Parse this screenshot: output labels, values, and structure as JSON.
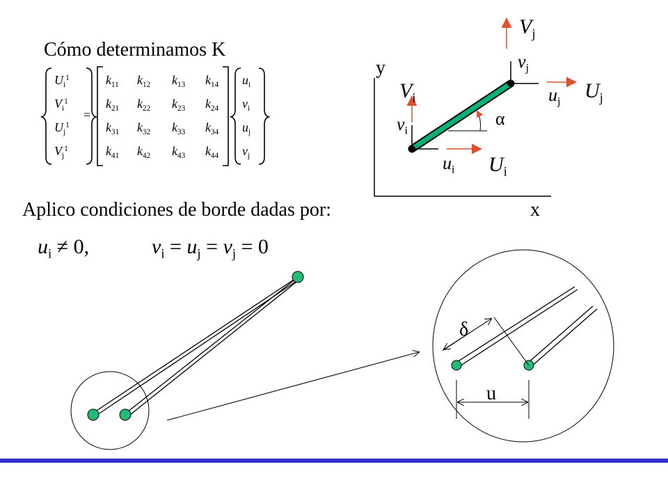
{
  "heading": "Cómo determinamos K",
  "conditions_text": "Aplico condiciones de borde dadas por:",
  "conditions": {
    "left": {
      "var": "u",
      "sub": "i",
      "rel": "≠ 0,"
    },
    "right": {
      "text_v": "v",
      "sub_i": "i",
      "eq1": "= ",
      "text_u": "u",
      "sub_j1": "j",
      "eq2": "= ",
      "text_v2": "v",
      "sub_j2": "j",
      "eq3": "= 0"
    }
  },
  "matrix": {
    "lhs": [
      {
        "sym": "U",
        "sub": "i",
        "sup": "1"
      },
      {
        "sym": "V",
        "sub": "i",
        "sup": "1"
      },
      {
        "sym": "U",
        "sub": "j",
        "sup": "1"
      },
      {
        "sym": "V",
        "sub": "j",
        "sup": "1"
      }
    ],
    "equals": "=",
    "k": [
      [
        "k",
        "11",
        "k",
        "12",
        "k",
        "13",
        "k",
        "14"
      ],
      [
        "k",
        "21",
        "k",
        "22",
        "k",
        "23",
        "k",
        "24"
      ],
      [
        "k",
        "31",
        "k",
        "32",
        "k",
        "33",
        "k",
        "34"
      ],
      [
        "k",
        "41",
        "k",
        "42",
        "k",
        "43",
        "k",
        "44"
      ]
    ],
    "rhs": [
      {
        "sym": "u",
        "sub": "i"
      },
      {
        "sym": "v",
        "sub": "i"
      },
      {
        "sym": "u",
        "sub": "j"
      },
      {
        "sym": "v",
        "sub": "j"
      }
    ]
  },
  "element_diagram": {
    "axis_y": "y",
    "axis_x": "x",
    "Vj": {
      "sym": "V",
      "sub": "j"
    },
    "vj": {
      "sym": "v",
      "sub": "j"
    },
    "uj": {
      "sym": "u",
      "sub": "j"
    },
    "Uj": {
      "sym": "U",
      "sub": "j"
    },
    "Vi": {
      "sym": "V",
      "sub": "i"
    },
    "vi": {
      "sym": "v",
      "sub": "i"
    },
    "ui": {
      "sym": "u",
      "sub": "i"
    },
    "Ui": {
      "sym": "U",
      "sub": "i"
    },
    "alpha": "α",
    "element_color": "#00b37a",
    "arrow_color": "#e05030"
  },
  "zoom": {
    "delta": "δ",
    "u_label": "u",
    "node_color": "#22bb77"
  },
  "footer_bar_color": "#3333cc"
}
